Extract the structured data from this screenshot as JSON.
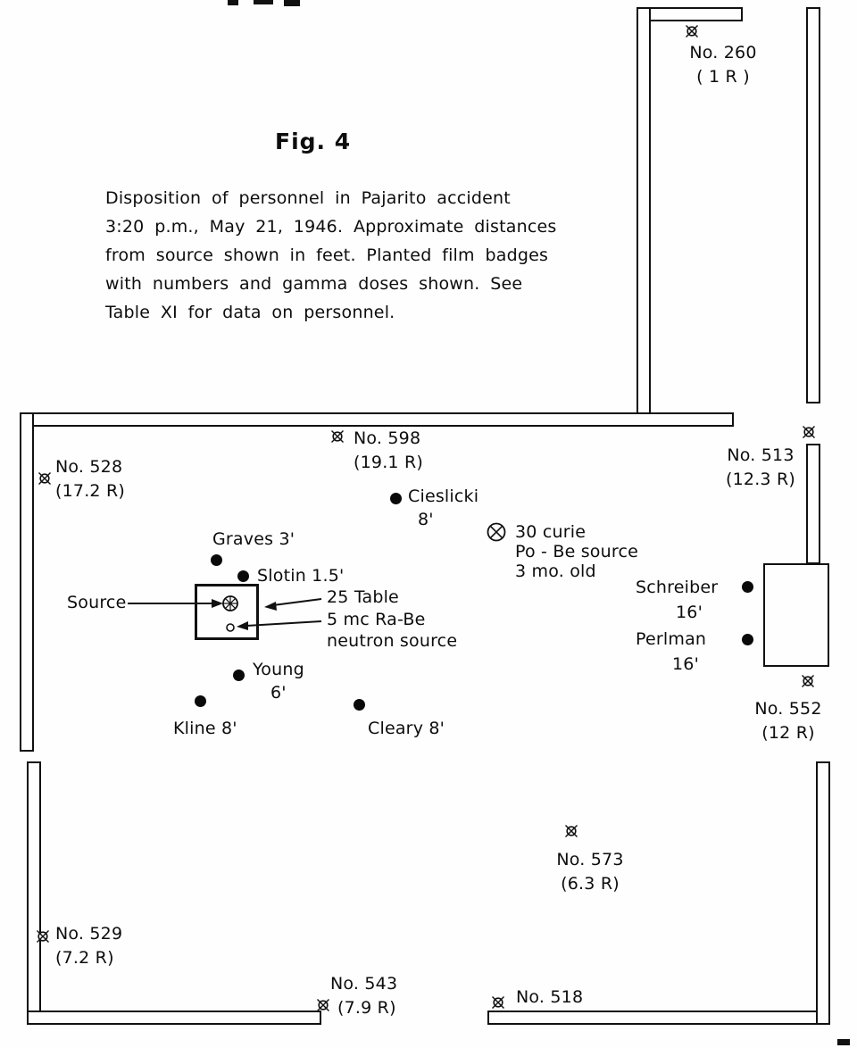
{
  "figure": {
    "title": "Fig. 4",
    "caption": [
      "Disposition of personnel in Pajarito accident",
      "3:20 p.m., May 21, 1946. Approximate distances",
      "from source shown in feet. Planted film badges",
      "with numbers and gamma doses shown. See",
      "Table XI for data on personnel."
    ]
  },
  "badges": {
    "b260": {
      "label": "No. 260",
      "dose": "( 1 R )"
    },
    "b598": {
      "label": "No. 598",
      "dose": "(19.1 R)"
    },
    "b528": {
      "label": "No. 528",
      "dose": "(17.2 R)"
    },
    "b513": {
      "label": "No. 513",
      "dose": "(12.3 R)"
    },
    "b552": {
      "label": "No. 552",
      "dose": "(12 R)"
    },
    "b573": {
      "label": "No. 573",
      "dose": "(6.3 R)"
    },
    "b529": {
      "label": "No. 529",
      "dose": "(7.2 R)"
    },
    "b543": {
      "label": "No. 543",
      "dose": "(7.9 R)"
    },
    "b518": {
      "label": "No. 518"
    }
  },
  "personnel": {
    "cieslicki": {
      "name": "Cieslicki",
      "distance": "8'"
    },
    "graves": {
      "label": "Graves 3'"
    },
    "slotin": {
      "label": "Slotin 1.5'"
    },
    "young": {
      "name": "Young",
      "distance": "6'"
    },
    "kline": {
      "label": "Kline 8'"
    },
    "cleary": {
      "label": "Cleary 8'"
    },
    "schreiber": {
      "name": "Schreiber",
      "distance": "16'"
    },
    "perlman": {
      "name": "Perlman",
      "distance": "16'"
    }
  },
  "source_area": {
    "source_label": "Source",
    "table_label": "25 Table",
    "neutron_line1": "5 mc Ra-Be",
    "neutron_line2": "neutron source"
  },
  "pobe": {
    "line1": "30 curie",
    "line2": "Po - Be source",
    "line3": "3 mo. old"
  }
}
